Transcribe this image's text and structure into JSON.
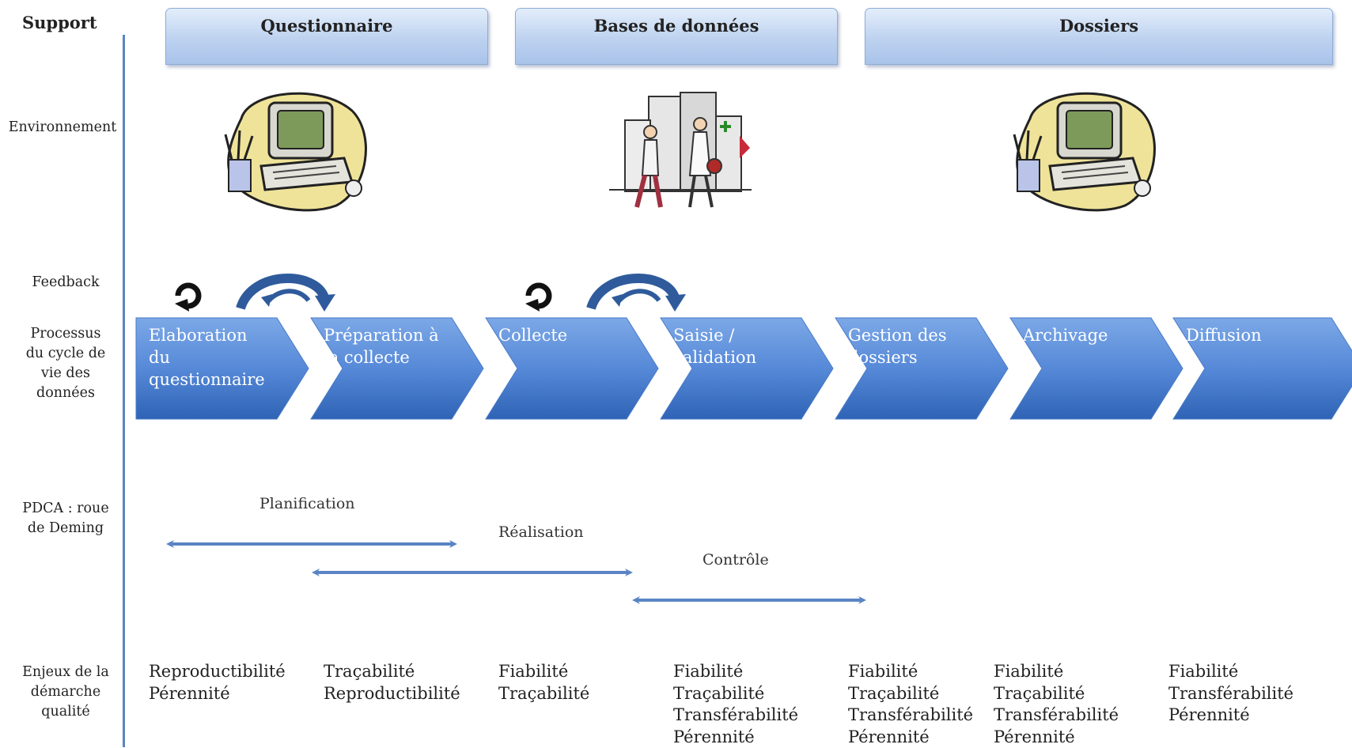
{
  "row_labels": {
    "support": "Support",
    "environment": "Environnement",
    "feedback": "Feedback",
    "process": [
      "Processus",
      "du cycle de",
      "vie des",
      "données"
    ],
    "pdca": [
      "PDCA : roue",
      "de Deming"
    ],
    "stakes": [
      "Enjeux de la",
      "démarche",
      "qualité"
    ]
  },
  "supports": [
    "Questionnaire",
    "Bases de données",
    "Dossiers"
  ],
  "environment_images": [
    "computer-clipart",
    "hospital-people-clipart",
    "computer-clipart"
  ],
  "process_steps": [
    {
      "lines": [
        "Elaboration",
        "du",
        "questionnaire"
      ]
    },
    {
      "lines": [
        "Préparation à",
        "la collecte"
      ]
    },
    {
      "lines": [
        "Collecte"
      ]
    },
    {
      "lines": [
        "Saisie /",
        "validation"
      ]
    },
    {
      "lines": [
        "Gestion des",
        "dossiers"
      ]
    },
    {
      "lines": [
        "Archivage"
      ]
    },
    {
      "lines": [
        "Diffusion"
      ]
    }
  ],
  "pdca_phases": [
    "Planification",
    "Réalisation",
    "Contrôle"
  ],
  "stakes": [
    [
      "Reproductibilité",
      "Pérennité"
    ],
    [
      "Traçabilité",
      "Reproductibilité"
    ],
    [
      "Fiabilité",
      "Traçabilité"
    ],
    [
      "Fiabilité",
      "Traçabilité",
      "Transférabilité",
      "Pérennité"
    ],
    [
      "Fiabilité",
      "Traçabilité",
      "Transférabilité",
      "Pérennité"
    ],
    [
      "Fiabilité",
      "Traçabilité",
      "Transférabilité",
      "Pérennité"
    ],
    [
      "Fiabilité",
      "Transférabilité",
      "Pérennité"
    ]
  ],
  "colors": {
    "axis": "#5b84c4",
    "arrow_dark": "#3467b7",
    "arrow_light": "#6f9de0",
    "pdca_arrow": "#5b84c4",
    "feedback_arc": "#2f5b9c"
  }
}
